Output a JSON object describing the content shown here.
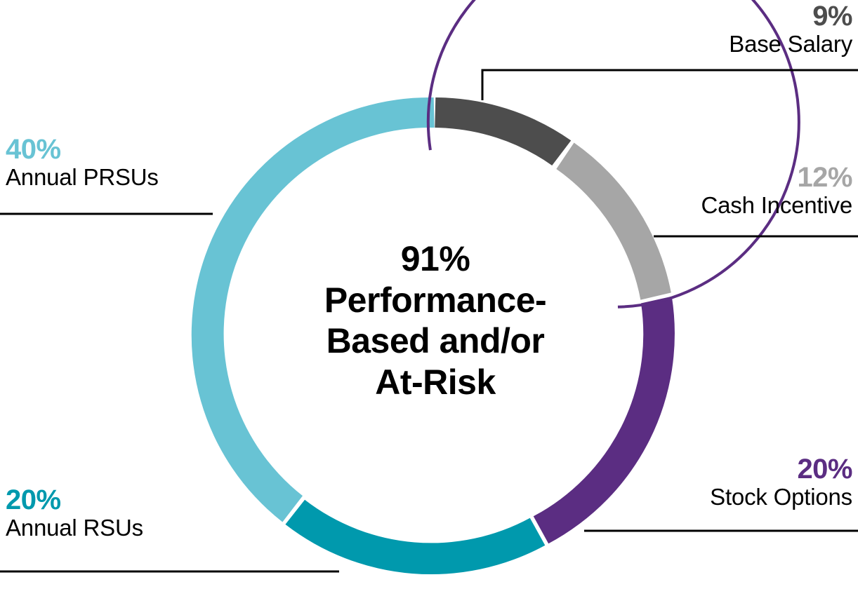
{
  "chart_data": {
    "type": "pie",
    "title": "",
    "subtitle": "",
    "variant": "donut",
    "center_label": {
      "lines": [
        "91%",
        "Performance-",
        "Based and/or",
        "At-Risk"
      ],
      "value": 91,
      "color": "#000000"
    },
    "categories": [
      "Base Salary",
      "Cash Incentive",
      "Stock Options",
      "Annual RSUs",
      "Annual PRSUs"
    ],
    "values": [
      9,
      12,
      20,
      20,
      40
    ],
    "value_labels": [
      "9%",
      "12%",
      "20%",
      "20%",
      "40%"
    ],
    "colors": [
      "#4d4d4d",
      "#a6a6a6",
      "#5b2d82",
      "#0099ad",
      "#68c3d4"
    ],
    "legend_position": "callouts",
    "grid": false,
    "slices": [
      {
        "label": "Base Salary",
        "value": 9,
        "value_label": "9%",
        "color": "#4d4d4d",
        "side": "right"
      },
      {
        "label": "Cash Incentive",
        "value": 12,
        "value_label": "12%",
        "color": "#a6a6a6",
        "side": "right"
      },
      {
        "label": "Stock Options",
        "value": 20,
        "value_label": "20%",
        "color": "#5b2d82",
        "side": "right"
      },
      {
        "label": "Annual RSUs",
        "value": 20,
        "value_label": "20%",
        "color": "#0099ad",
        "side": "left"
      },
      {
        "label": "Annual PRSUs",
        "value": 40,
        "value_label": "40%",
        "color": "#68c3d4",
        "side": "left"
      }
    ],
    "inner_arc": {
      "label": "91% Performance-Based and/or At-Risk",
      "value": 91,
      "color": "#5b2d82"
    },
    "annotations": {
      "leader_line_color": "#000000"
    }
  },
  "callouts": {
    "base_salary": {
      "pct": "9%",
      "name": "Base Salary",
      "pct_color": "#4d4d4d"
    },
    "cash_incentive": {
      "pct": "12%",
      "name": "Cash Incentive",
      "pct_color": "#a6a6a6"
    },
    "stock_options": {
      "pct": "20%",
      "name": "Stock Options",
      "pct_color": "#5b2d82"
    },
    "annual_prsus": {
      "pct": "40%",
      "name": "Annual PRSUs",
      "pct_color": "#68c3d4"
    },
    "annual_rsus": {
      "pct": "20%",
      "name": "Annual RSUs",
      "pct_color": "#0099ad"
    }
  },
  "center": {
    "line1": "91%",
    "line2": "Performance-",
    "line3": "Based and/or",
    "line4": "At-Risk"
  }
}
